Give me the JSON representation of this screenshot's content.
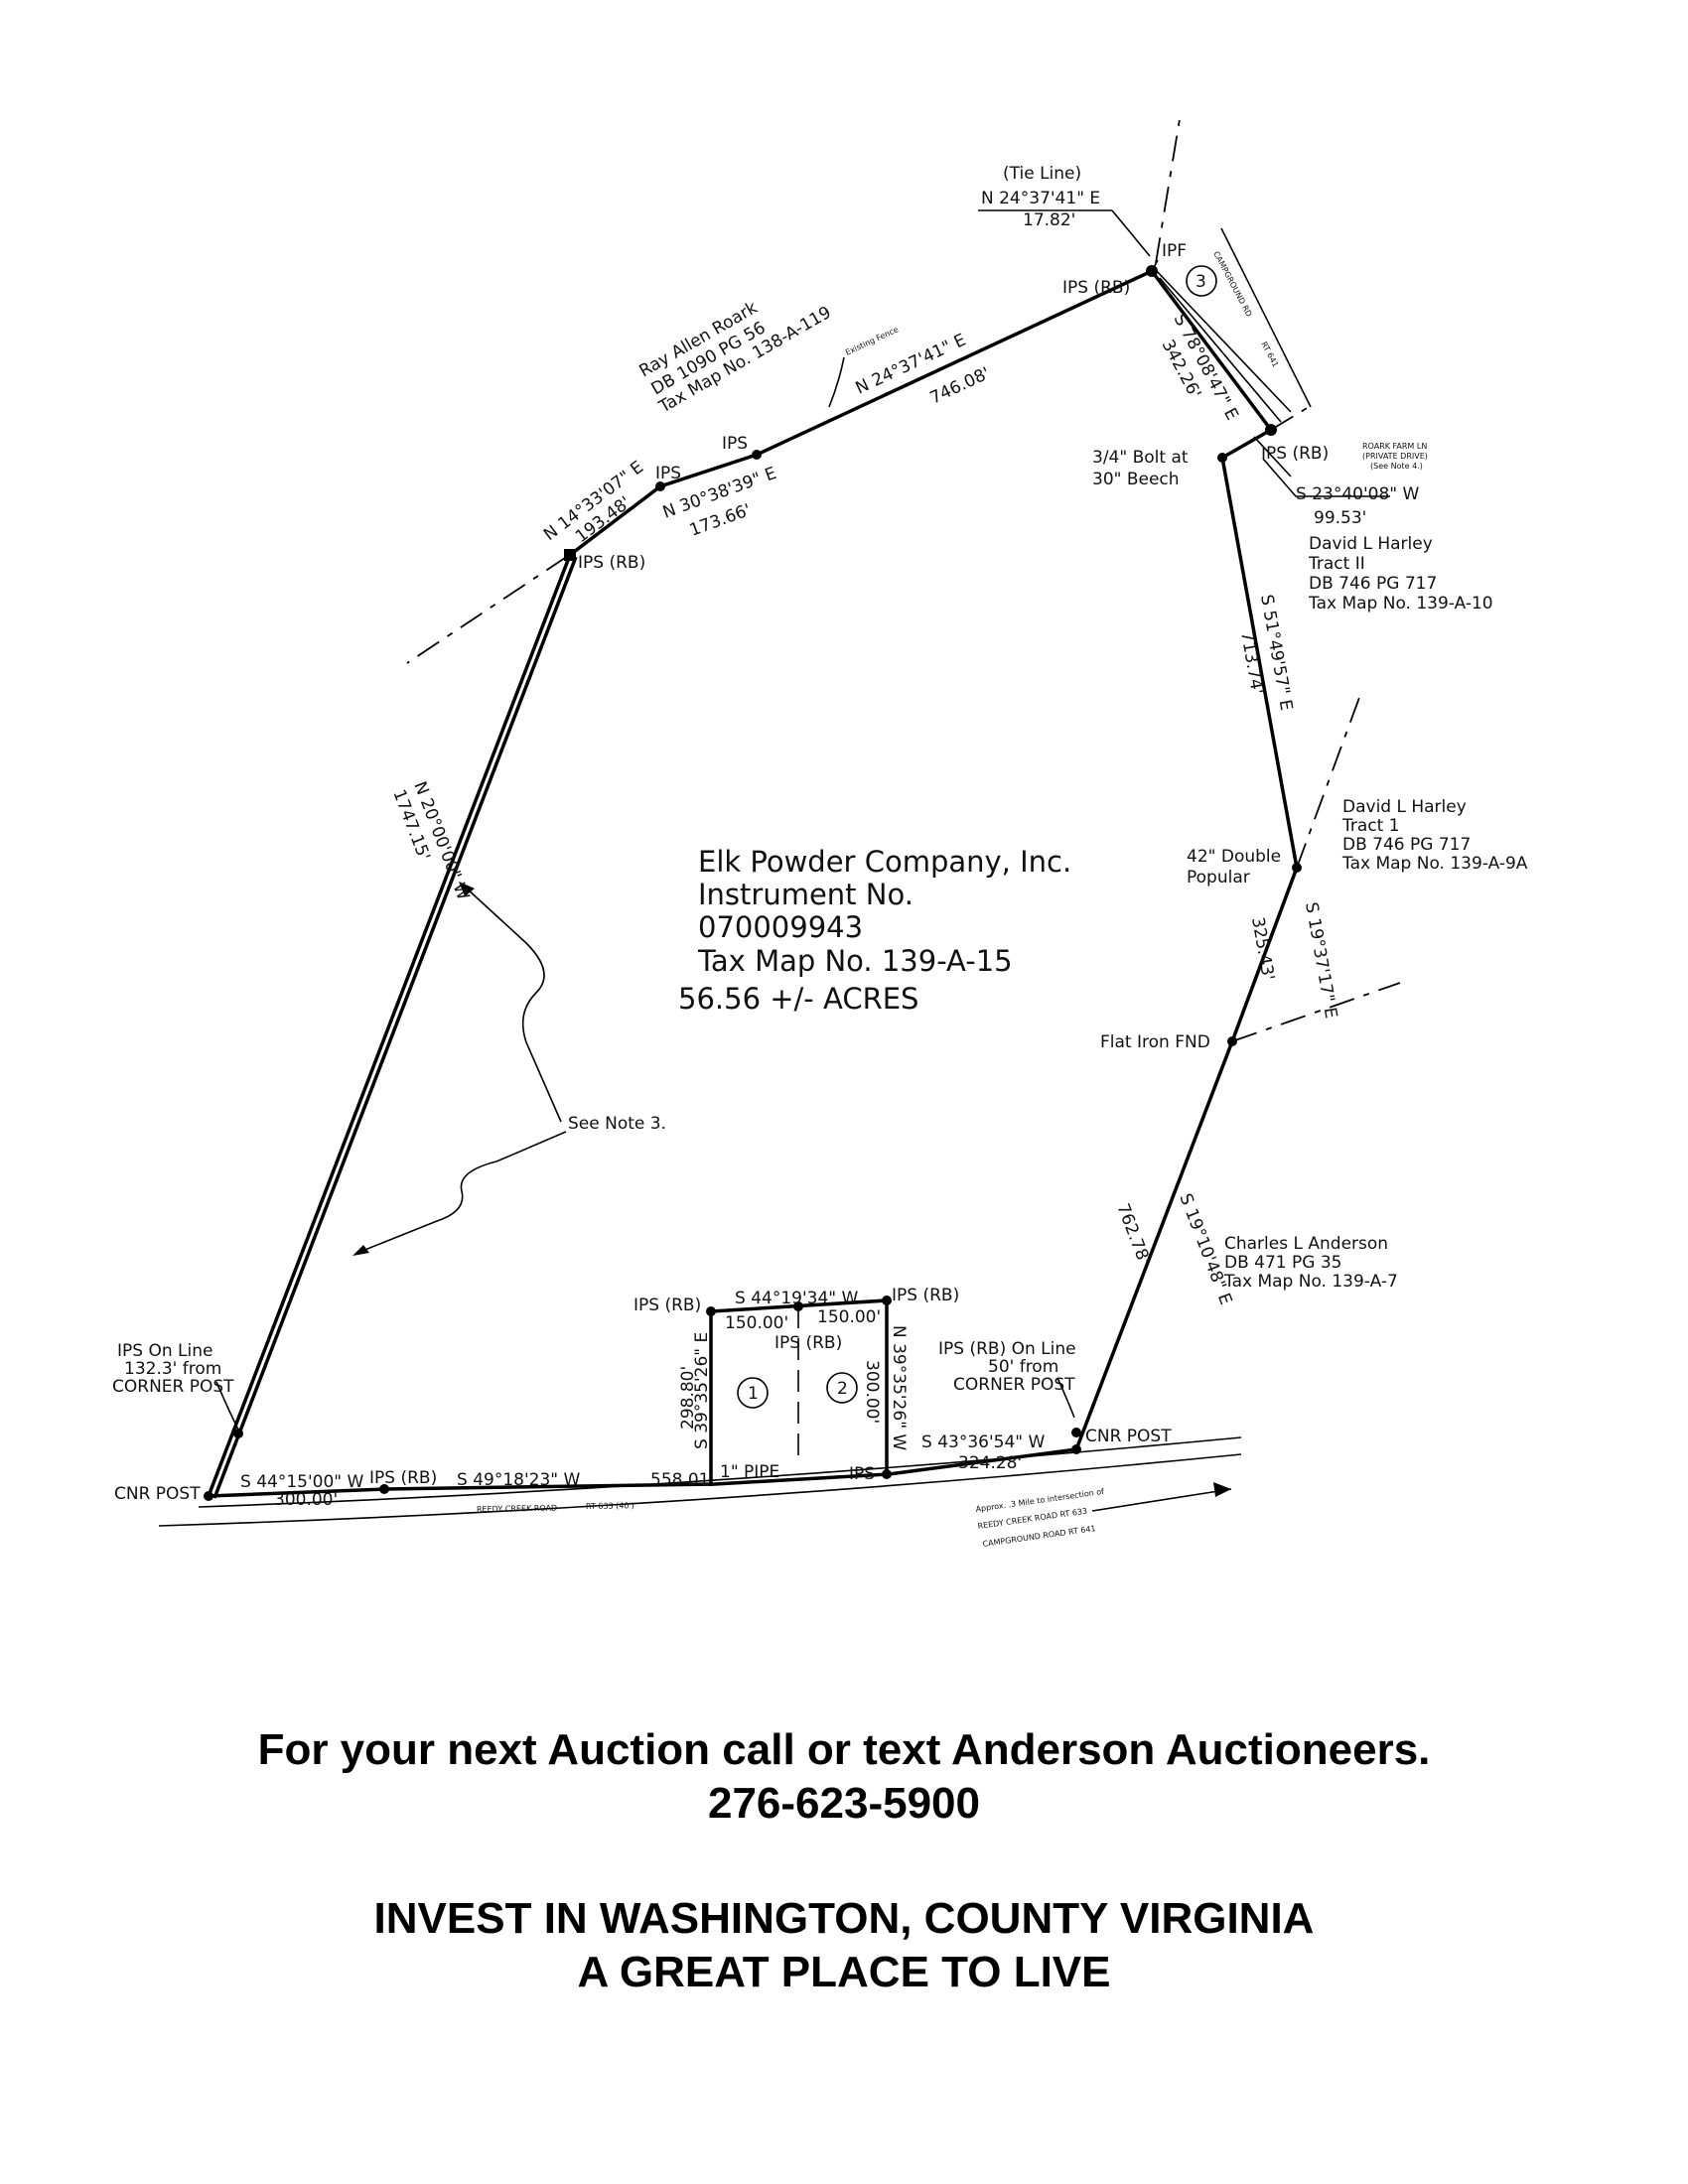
{
  "tract": {
    "owner": "Elk Powder Company, Inc.",
    "instrument": "Instrument No.",
    "instrument_no": "070009943",
    "tax_map": "Tax Map No. 139-A-15",
    "acres": "56.56 +/- ACRES"
  },
  "tie_line": {
    "label": "(Tie Line)",
    "bearing": "N 24°37'41\" E",
    "distance": "17.82'"
  },
  "bearings": {
    "top_main": "N 24°37'41\" E",
    "top_main_dist": "746.08'",
    "upper_left_a": "N 14°33'07\" E",
    "upper_left_a_dist": "193.48'",
    "upper_left_b": "N 30°38'39\" E",
    "upper_left_b_dist": "173.66'",
    "west_line": "N 20°00'00\" W",
    "west_line_dist": "1747.15'",
    "ne_short": "S 78°08'47\" E",
    "ne_short_dist": "342.26'",
    "ne_jog": "S 23°40'08\" W",
    "ne_jog_dist": "99.53'",
    "east_upper": "S 51°49'57\" E",
    "east_upper_dist": "713.74'",
    "east_mid": "S 19°37'17\" E",
    "east_mid_dist": "325.43'",
    "east_lower": "S 19°10'48\" E",
    "east_lower_dist": "762.78'",
    "south_a": "S 44°15'00\" W",
    "south_a_dist": "300.00'",
    "south_b": "S 49°18'23\" W",
    "south_b_dist": "558.01'",
    "south_c": "S 43°36'54\" W",
    "south_c_dist": "324.28'",
    "lot_top": "S 44°19'34\" W",
    "lot_top_dist_a": "150.00'",
    "lot_top_dist_b": "150.00'",
    "lot_left": "S 39°35'26\" E",
    "lot_left_dist": "298.80'",
    "lot_right": "N 39°35'26\" W",
    "lot_right_dist": "300.00'"
  },
  "points": {
    "ips": "IPS",
    "ips_rb": "IPS (RB)",
    "ipf": "IPF",
    "bolt_1": "3/4\" Bolt at",
    "bolt_2": "30\" Beech",
    "popular_1": "42\" Double",
    "popular_2": "Popular",
    "flat_iron": "Flat Iron FND",
    "cnr_post": "CNR POST",
    "pipe": "1\" PIPE",
    "ipsline_l1": "IPS On Line",
    "ipsline_l2": "132.3' from",
    "ipsline_l3": "CORNER POST",
    "ipsline_r1": "IPS (RB) On Line",
    "ipsline_r2": "50' from",
    "ipsline_r3": "CORNER POST"
  },
  "adjoiners": {
    "roark_1": "Ray Allen Roark",
    "roark_2": "DB 1090 PG 56",
    "roark_3": "Tax Map No. 138-A-119",
    "existing_fence": "Existing Fence",
    "harley2_1": "David L Harley",
    "harley2_2": "Tract II",
    "harley2_3": "DB 746 PG 717",
    "harley2_4": "Tax Map No. 139-A-10",
    "harley1_1": "David L Harley",
    "harley1_2": "Tract 1",
    "harley1_3": "DB 746 PG 717",
    "harley1_4": "Tax Map No. 139-A-9A",
    "anderson_1": "Charles L Anderson",
    "anderson_2": "DB 471 PG 35",
    "anderson_3": "Tax Map No. 139-A-7"
  },
  "roads": {
    "reedy": "REEDY CREEK ROAD",
    "reedy_rt": "RT 633 (40')",
    "campground": "CAMPGROUND RD",
    "campground_rt": "RT 641",
    "roark_farm_1": "ROARK FARM LN",
    "roark_farm_2": "(PRIVATE DRIVE)",
    "roark_farm_3": "(See Note 4.)",
    "approx_1": "Approx. .3 Mile to intersection of",
    "approx_2": "REEDY CREEK ROAD    RT 633",
    "approx_3": "CAMPGROUND ROAD RT 641"
  },
  "notes": {
    "see_note": "See Note 3.",
    "lot1": "1",
    "lot2": "2",
    "lot3": "3"
  },
  "footer": {
    "line1": "For your next Auction call or text Anderson Auctioneers.",
    "line2": "276-623-5900",
    "line3": "INVEST IN WASHINGTON, COUNTY VIRGINIA",
    "line4": "A GREAT PLACE TO LIVE"
  }
}
